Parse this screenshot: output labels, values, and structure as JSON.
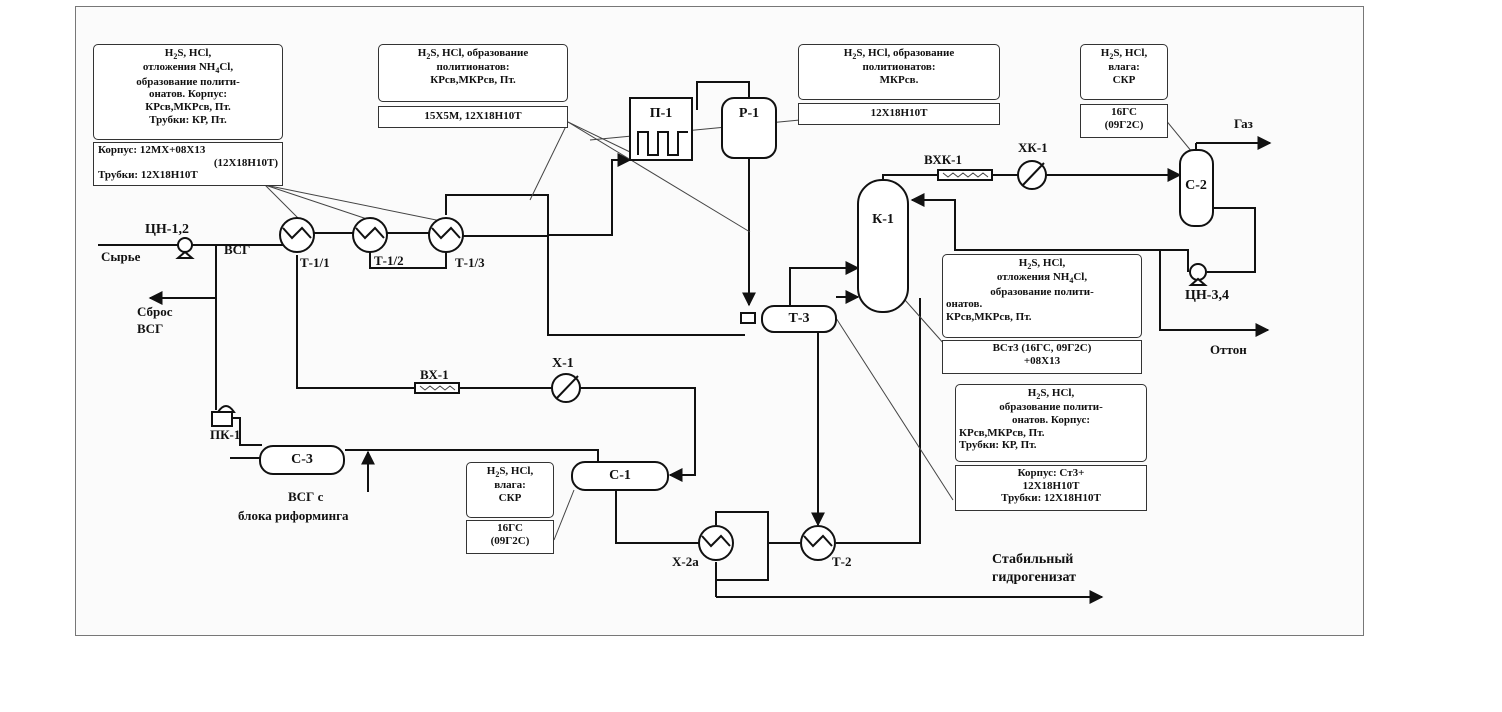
{
  "equipment": {
    "tsn12": "ЦН-1,2",
    "t11": "Т-1/1",
    "t12": "Т-1/2",
    "t13": "Т-1/3",
    "p1": "П-1",
    "r1": "Р-1",
    "k1": "К-1",
    "t3": "Т-3",
    "vkh1": "ВХ-1",
    "kh1": "Х-1",
    "c1": "С-1",
    "c2": "С-2",
    "c3": "С-3",
    "pk1": "ПК-1",
    "kh2a": "Х-2а",
    "t2": "Т-2",
    "vkhk1": "ВХК-1",
    "khk1": "ХК-1",
    "tsn34": "ЦН-3,4"
  },
  "streams": {
    "feed": "Сырье",
    "vsg": "ВСГ",
    "vsg_purge_1": "Сброс",
    "vsg_purge_2": "ВСГ",
    "vsg_reforming_1": "ВСГ с",
    "vsg_reforming_2": "блока риформинга",
    "gas": "Газ",
    "offgas": "Оттон",
    "stable_1": "Стабильный",
    "stable_2": "гидрогенизат"
  },
  "notes": {
    "n1": {
      "l1a": "H",
      "l1b": "S,  HCl,",
      "l2": "отложения NH",
      "l2b": "Cl,",
      "l3": "образование полити-",
      "l4": "онатов. Корпус:",
      "l5": "КРсв,МКРсв, Пт.",
      "l6": "Трубки: КР, Пт."
    },
    "m1": {
      "l1": "Корпус:  12МХ+08Х13",
      "l2": "(12Х18Н10Т)",
      "l3": "Трубки: 12Х18Н10Т"
    },
    "n2": {
      "l1a": "H",
      "l1b": "S,  HCl, образование",
      "l2": "политионатов:",
      "l3": "КРсв,МКРсв, Пт."
    },
    "m2": {
      "l1": "15Х5М, 12Х18Н10Т"
    },
    "n3": {
      "l1a": "H",
      "l1b": "S,  HCl, образование",
      "l2": "политионатов:",
      "l3": "МКРсв."
    },
    "m3": {
      "l1": "12Х18Н10Т"
    },
    "n4": {
      "l1a": "H",
      "l1b": "S,  HCl,",
      "l2": "влага:",
      "l3": "СКР"
    },
    "m4": {
      "l1": "16ГС",
      "l2": "(09Г2С)"
    },
    "n5": {
      "l1a": "H",
      "l1b": "S,  HCl,",
      "l2": "отложения  NH",
      "l2b": "Cl,",
      "l3": "образование полити-",
      "l4": "онатов.",
      "l5": "КРсв,МКРсв, Пт."
    },
    "m5": {
      "l1": "ВСт3 (16ГС, 09Г2С)",
      "l2": "+08Х13"
    },
    "n6": {
      "l1a": "H",
      "l1b": "S,  HCl,",
      "l2": "образование полити-",
      "l3": "онатов. Корпус:",
      "l4": "КРсв,МКРсв, Пт.",
      "l5": "Трубки: КР, Пт."
    },
    "m6": {
      "l1": "Корпус: Ст3+",
      "l2": "12Х18Н10Т",
      "l3": "Трубки: 12Х18Н10Т"
    },
    "n7": {
      "l1a": "H",
      "l1b": "S,  HCl,",
      "l2": "влага:",
      "l3": "СКР"
    },
    "m7": {
      "l1": "16ГС",
      "l2": "(09Г2С)"
    }
  },
  "sub2": "2",
  "sub4": "4"
}
